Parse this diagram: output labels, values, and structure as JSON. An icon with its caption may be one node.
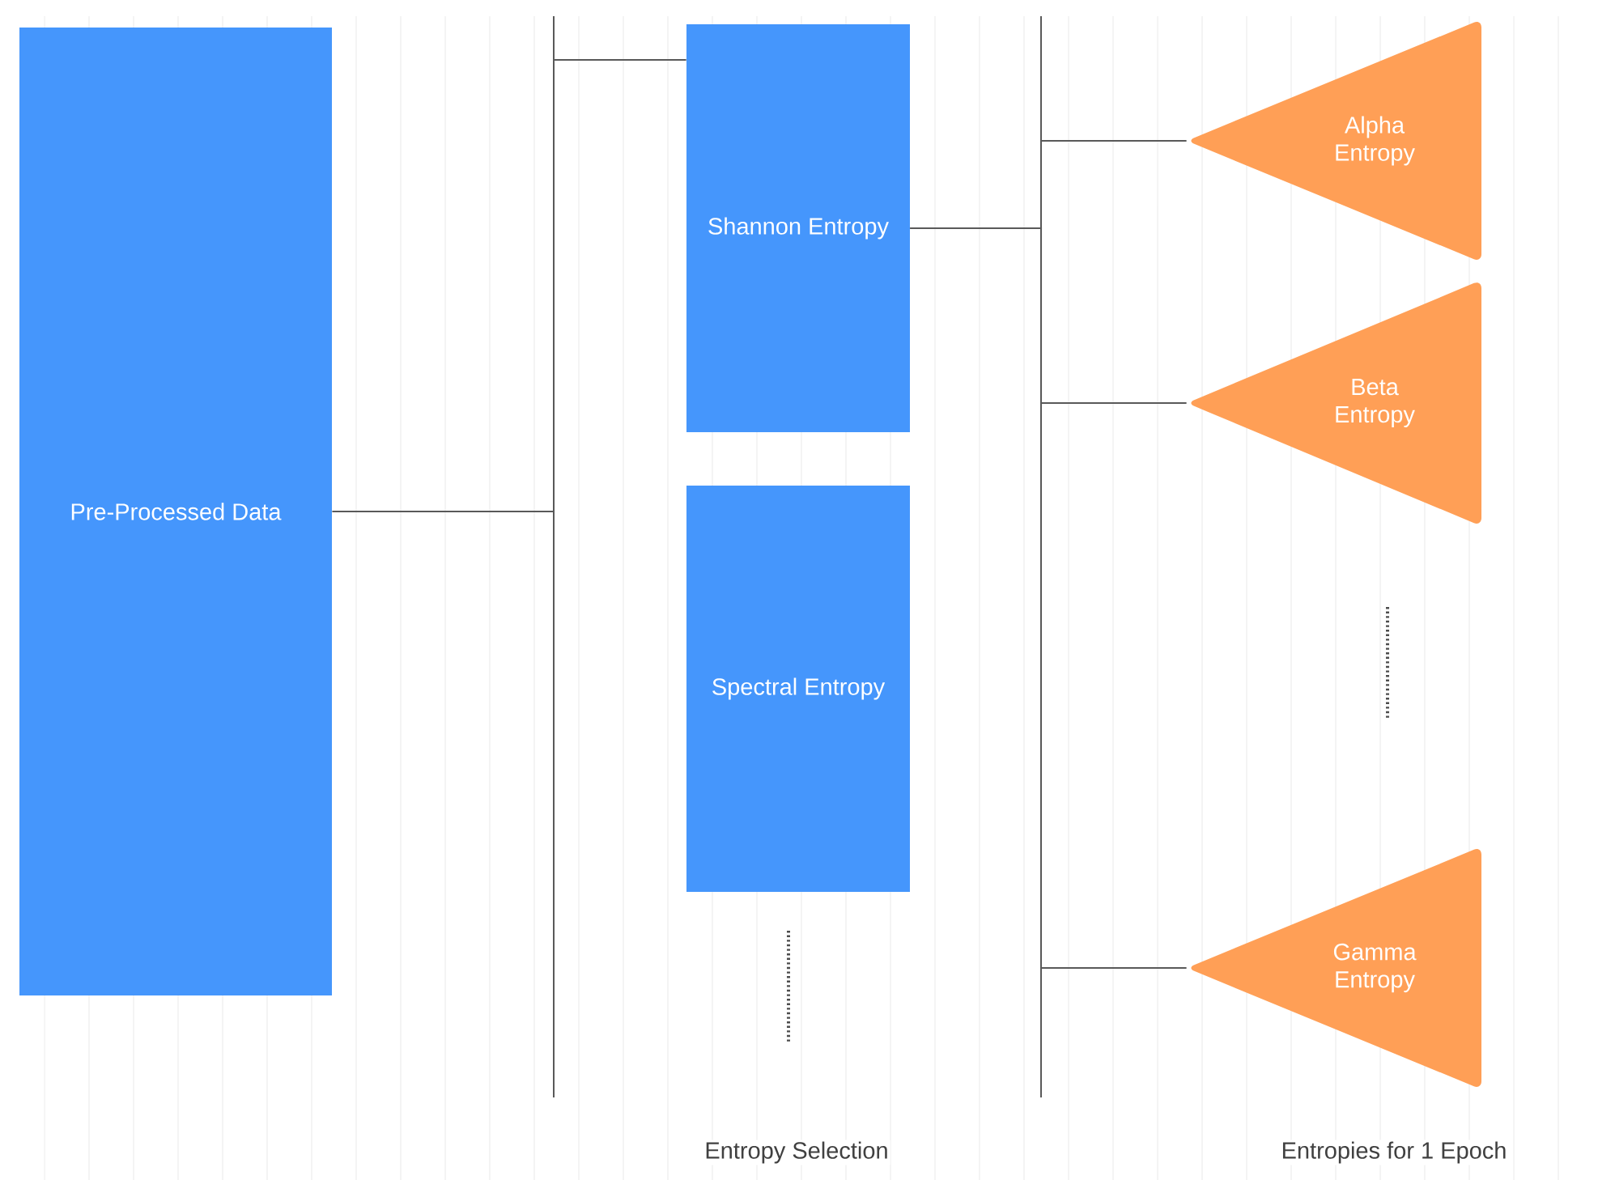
{
  "diagram": {
    "nodes": [
      {
        "text": [
          "Pre-Processed Data"
        ]
      },
      {
        "text": [
          "Shannon Entropy"
        ]
      },
      {
        "text": [
          "Spectral Entropy"
        ]
      },
      {
        "text": [
          "Alpha Entropy"
        ]
      },
      {
        "text": [
          "Beta Entropy"
        ]
      },
      {
        "text": [
          "Gamma Entropy"
        ]
      }
    ],
    "edges": [
      {
        "from": 0,
        "to": 1,
        "arrow": "none"
      },
      {
        "from": 1,
        "to": 3,
        "arrow": "none"
      },
      {
        "from": 1,
        "to": 4,
        "arrow": "none"
      },
      {
        "from": 1,
        "to": 5,
        "arrow": "none"
      }
    ],
    "labels": [
      "Entropy Selection",
      "Entropies for 1 Epoch"
    ]
  }
}
